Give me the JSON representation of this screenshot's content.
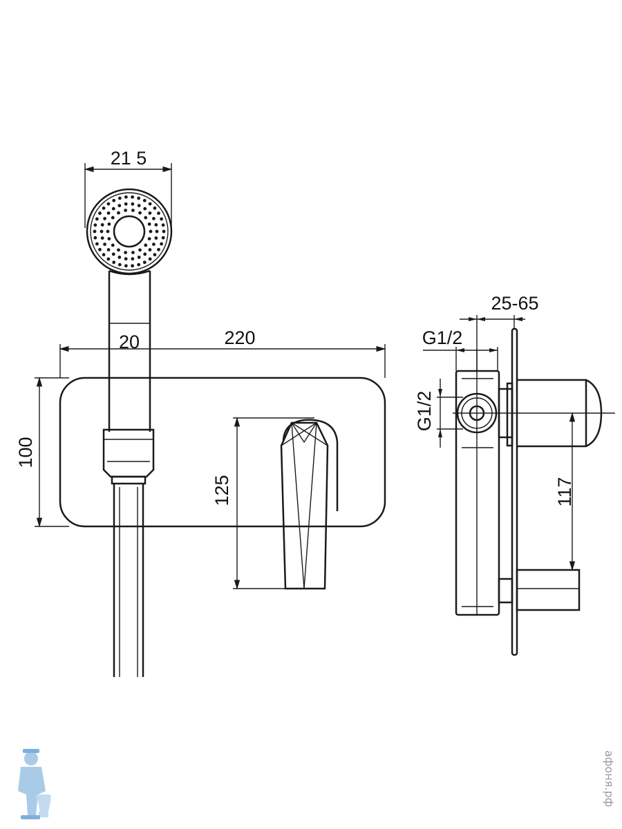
{
  "drawing": {
    "dimensions": {
      "shower_head_diameter": "21 5",
      "handle_width": "20",
      "plate_width": "220",
      "plate_height": "100",
      "spout_height": "125",
      "side_height": "117",
      "wall_depth": "25-65",
      "thread_horizontal": "G1/2",
      "thread_vertical": "G1/2"
    },
    "colors": {
      "line": "#1a1a1a",
      "logo": "#a9cbe8",
      "watermark": "#d8d8d8"
    }
  },
  "branding": {
    "watermark": "афоня.рф"
  }
}
